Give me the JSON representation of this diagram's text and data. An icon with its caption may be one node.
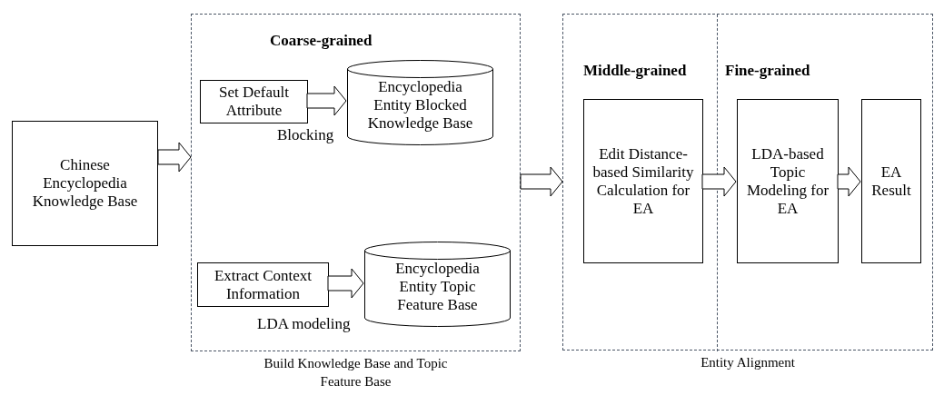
{
  "diagram": {
    "nodes": [
      {
        "text": [
          "Chinese Encyclopedia Knowledge Base"
        ]
      },
      {
        "text": [
          "Coarse-grained",
          "Build Knowledge Base and Topic Feature Base"
        ]
      },
      {
        "text": [
          "Set Default Attribute"
        ],
        "in": 1
      },
      {
        "text": [
          "Encyclopedia Entity Blocked Knowledge Base"
        ],
        "in": 1
      },
      {
        "text": [
          "Extract Context Information"
        ],
        "in": 1
      },
      {
        "text": [
          "Encyclopedia Entity Topic Feature Base"
        ],
        "in": 1
      },
      {
        "text": [
          "Entity Alignment"
        ]
      },
      {
        "text": [
          "Middle-grained"
        ],
        "in": 6
      },
      {
        "text": [
          "Fine-grained"
        ],
        "in": 6
      },
      {
        "text": [
          "Edit Distance-based Similarity Calculation for EA"
        ],
        "in": 7
      },
      {
        "text": [
          "LDA-based Topic Modeling for EA"
        ],
        "in": 8
      },
      {
        "text": [
          "EA Result"
        ],
        "in": 8
      }
    ],
    "edges": [
      {
        "from": 0,
        "to": 1,
        "arrow": "to"
      },
      {
        "from": 2,
        "to": 3,
        "arrow": "to",
        "label": "Blocking"
      },
      {
        "from": 4,
        "to": 5,
        "arrow": "to",
        "label": "LDA modeling"
      },
      {
        "from": 1,
        "to": 6,
        "arrow": "to"
      },
      {
        "from": 9,
        "to": 10,
        "arrow": "to"
      },
      {
        "from": 10,
        "to": 11,
        "arrow": "to"
      }
    ]
  }
}
